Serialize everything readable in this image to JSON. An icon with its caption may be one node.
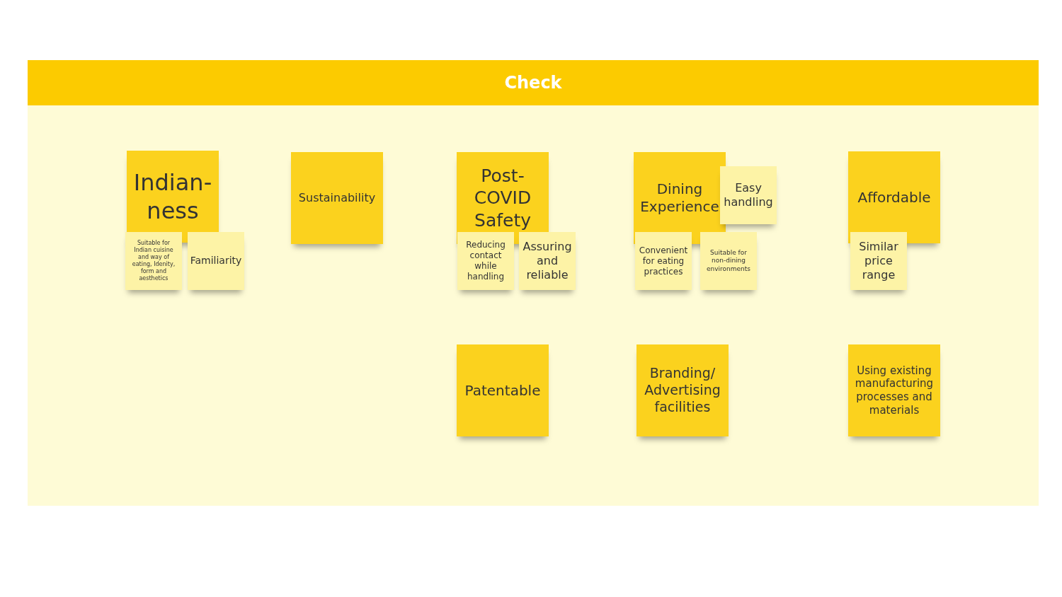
{
  "diagram": {
    "nodes": [
      {
        "text": [
          "Check"
        ]
      },
      {
        "text": [
          "Indian-ness"
        ],
        "in": 0
      },
      {
        "text": [
          "Sustainability"
        ],
        "in": 0
      },
      {
        "text": [
          "Post-COVID Safety"
        ],
        "in": 0
      },
      {
        "text": [
          "Dining Experience"
        ],
        "in": 0
      },
      {
        "text": [
          "Easy handling"
        ],
        "in": 0
      },
      {
        "text": [
          "Affordable"
        ],
        "in": 0
      },
      {
        "text": [
          "Suitable for Indian cuisine and way of eating, Idenity, form and aesthetics"
        ],
        "in": 0
      },
      {
        "text": [
          "Familiarity"
        ],
        "in": 0
      },
      {
        "text": [
          "Reducing contact while handling"
        ],
        "in": 0
      },
      {
        "text": [
          "Assuring and reliable"
        ],
        "in": 0
      },
      {
        "text": [
          "Convenient for eating practices"
        ],
        "in": 0
      },
      {
        "text": [
          "Suitable for non-dining environments"
        ],
        "in": 0
      },
      {
        "text": [
          "Similar price range"
        ],
        "in": 0
      },
      {
        "text": [
          "Patentable"
        ],
        "in": 0
      },
      {
        "text": [
          "Branding/ Advertising facilities"
        ],
        "in": 0
      },
      {
        "text": [
          "Using existing manufacturing processes and materials"
        ],
        "in": 0
      }
    ]
  }
}
